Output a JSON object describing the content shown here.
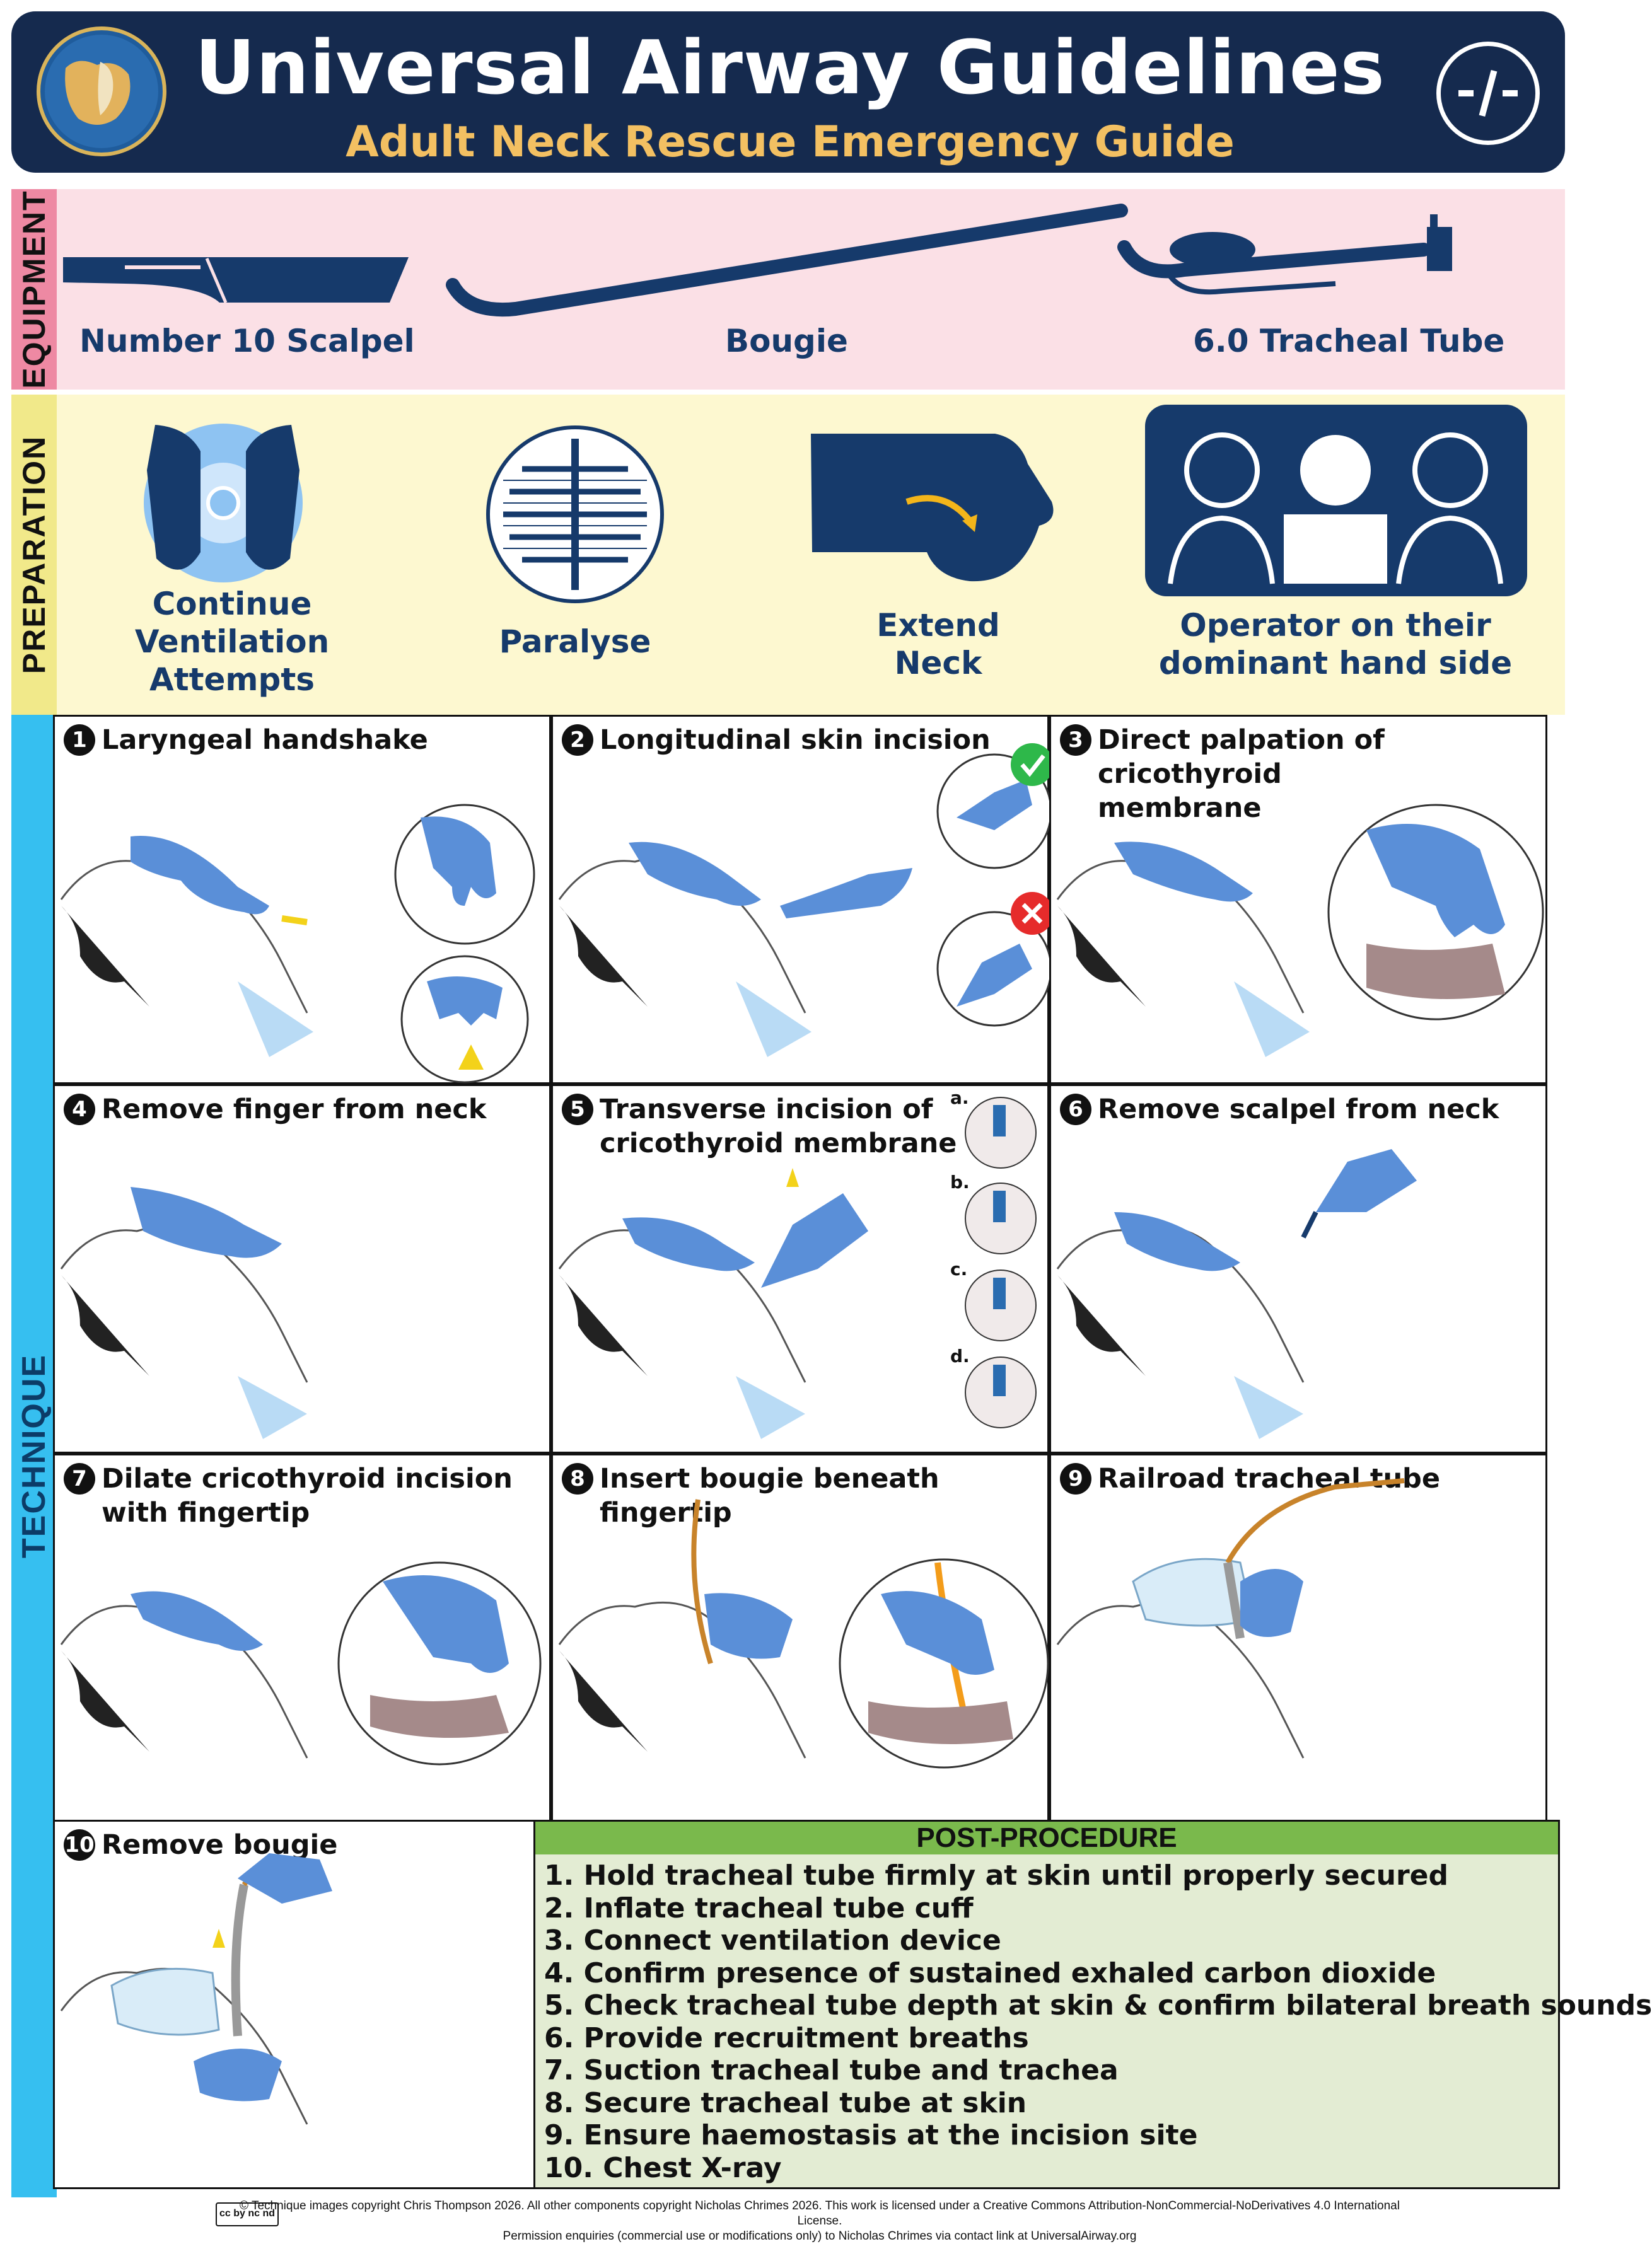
{
  "header": {
    "title": "Universal Airway Guidelines",
    "subtitle": "Adult Neck Rescue Emergency Guide",
    "logo_icon": "project-universal-airway-logo-icon",
    "emblem_icon": "neck-rescue-emblem-icon"
  },
  "colors": {
    "header_bg": "#152a4e",
    "subtitle": "#f3c062",
    "equipment_band": "#fbe0e6",
    "preparation_band": "#fdf8d0",
    "technique_tab": "#36bff0",
    "icon_navy": "#163a6b",
    "glove_blue": "#5a8fd8",
    "post_header": "#7ab94c",
    "post_bg": "#e3ecd3"
  },
  "sections": {
    "equipment": "EQUIPMENT",
    "preparation": "PREPARATION",
    "technique": "TECHNIQUE"
  },
  "equipment": {
    "items": [
      "Number 10 Scalpel",
      "Bougie",
      "6.0 Tracheal Tube"
    ]
  },
  "preparation": {
    "items": [
      {
        "line1": "Continue",
        "line2": "Ventilation",
        "line3": "Attempts"
      },
      {
        "line1": "Paralyse"
      },
      {
        "line1": "Extend",
        "line2": "Neck"
      },
      {
        "line1": "Operator on their",
        "line2": "dominant hand side"
      }
    ]
  },
  "technique": {
    "steps": [
      {
        "n": "1",
        "line1": "Laryngeal handshake"
      },
      {
        "n": "2",
        "line1": "Longitudinal skin incision"
      },
      {
        "n": "3",
        "line1": "Direct palpation of cricothyroid",
        "line2": "membrane"
      },
      {
        "n": "4",
        "line1": "Remove finger from neck"
      },
      {
        "n": "5",
        "line1": "Transverse incision of",
        "line2": "cricothyroid membrane"
      },
      {
        "n": "6",
        "line1": "Remove scalpel from neck"
      },
      {
        "n": "7",
        "line1": "Dilate cricothyroid incision",
        "line2": "with fingertip"
      },
      {
        "n": "8",
        "line1": "Insert bougie beneath fingertip"
      },
      {
        "n": "9",
        "line1": "Railroad tracheal tube"
      },
      {
        "n": "10",
        "line1": "Remove bougie"
      }
    ],
    "step5_sub": [
      "a.",
      "b.",
      "c.",
      "d."
    ]
  },
  "post_procedure": {
    "title": "POST-PROCEDURE",
    "items": [
      "1. Hold tracheal tube firmly at skin until properly secured",
      "2. Inflate tracheal tube cuff",
      "3. Connect ventilation device",
      "4. Confirm presence of sustained exhaled carbon dioxide",
      "5. Check tracheal tube depth at skin & confirm bilateral breath sounds",
      "6. Provide recruitment breaths",
      "7. Suction tracheal tube and trachea",
      "8. Secure tracheal tube at skin",
      "9. Ensure haemostasis at the incision site",
      "10. Chest X-ray"
    ]
  },
  "footer": {
    "license_badge": "cc by nc nd",
    "line1": "© Technique images copyright Chris Thompson 2026. All other components copyright Nicholas Chrimes 2026. This work is licensed under a Creative Commons Attribution-NonCommercial-NoDerivatives 4.0 International License.",
    "line2": "Permission enquiries (commercial use or modifications only) to Nicholas Chrimes via contact link at UniversalAirway.org"
  }
}
